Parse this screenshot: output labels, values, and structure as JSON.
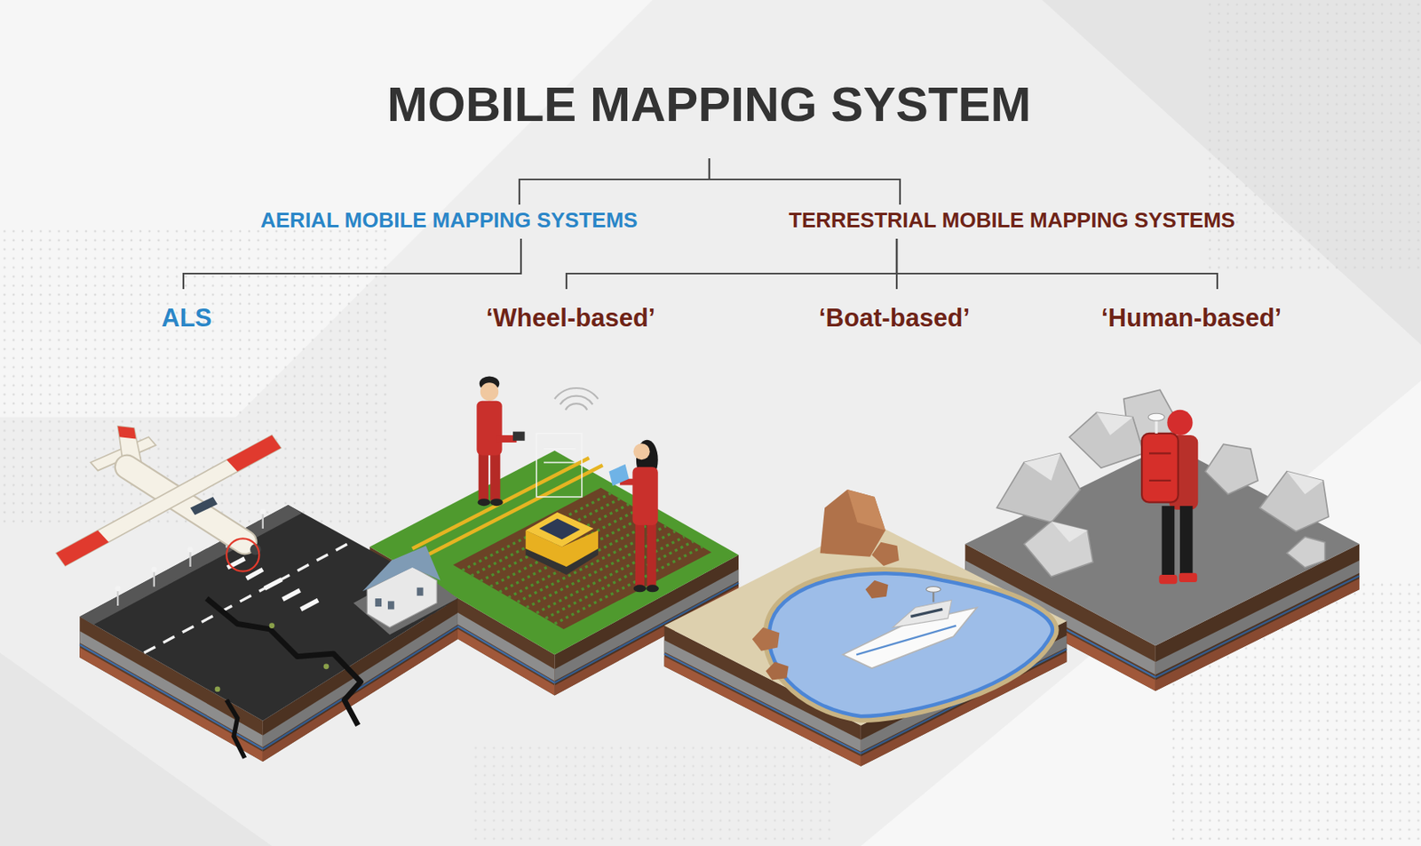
{
  "diagram": {
    "nodes": [
      {
        "text": [
          "MOBILE MAPPING SYSTEM"
        ]
      },
      {
        "text": [
          "AERIAL MOBILE MAPPING SYSTEMS"
        ]
      },
      {
        "text": [
          "TERRESTRIAL MOBILE MAPPING SYSTEMS"
        ]
      },
      {
        "text": [
          "ALS"
        ]
      },
      {
        "text": [
          "‘Wheel-based’"
        ]
      },
      {
        "text": [
          "‘Boat-based’"
        ]
      },
      {
        "text": [
          "‘Human-based’"
        ]
      }
    ],
    "edges": [
      {
        "from": 0,
        "to": 1,
        "arrow": "none"
      },
      {
        "from": 0,
        "to": 2,
        "arrow": "none"
      },
      {
        "from": 1,
        "to": 3,
        "arrow": "none"
      },
      {
        "from": 2,
        "to": 4,
        "arrow": "none"
      },
      {
        "from": 2,
        "to": 5,
        "arrow": "none"
      },
      {
        "from": 2,
        "to": 6,
        "arrow": "none"
      }
    ]
  }
}
